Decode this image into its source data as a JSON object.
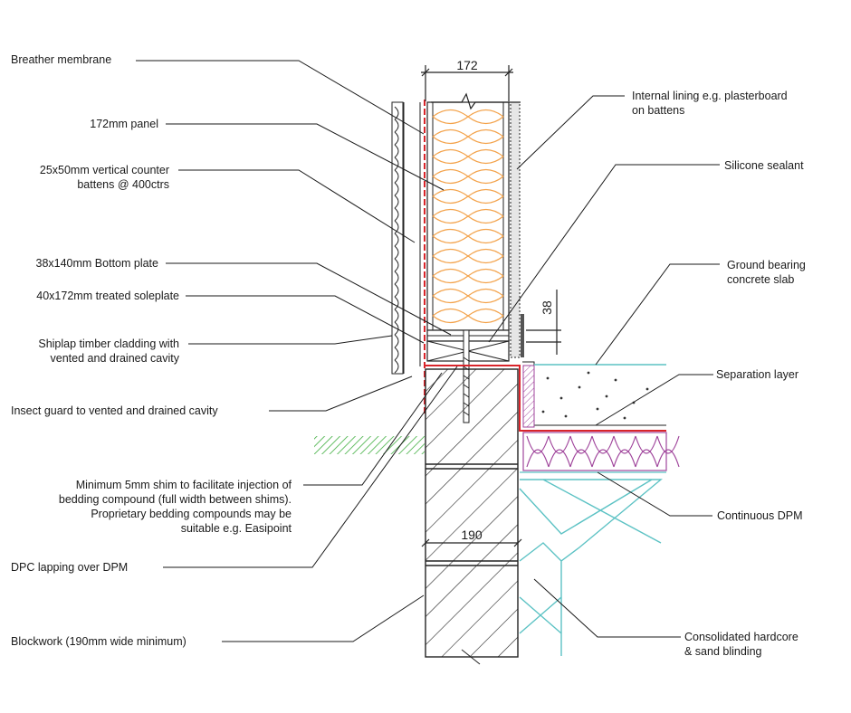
{
  "dimensions": {
    "panel_width": "172",
    "block_width": "190",
    "plate_height": "38"
  },
  "labels_left": [
    {
      "id": "breather-membrane",
      "lines": [
        "Breather membrane"
      ]
    },
    {
      "id": "panel-172",
      "lines": [
        "172mm panel"
      ]
    },
    {
      "id": "counter-battens",
      "lines": [
        "25x50mm vertical counter",
        "battens @ 400ctrs"
      ]
    },
    {
      "id": "bottom-plate",
      "lines": [
        "38x140mm Bottom plate"
      ]
    },
    {
      "id": "soleplate",
      "lines": [
        "40x172mm treated soleplate"
      ]
    },
    {
      "id": "shiplap-cladding",
      "lines": [
        "Shiplap timber cladding with",
        "vented and drained cavity"
      ]
    },
    {
      "id": "insect-guard",
      "lines": [
        "Insect guard to vented and drained cavity"
      ]
    },
    {
      "id": "shim",
      "lines": [
        "Minimum 5mm shim to facilitate injection of",
        "bedding compound (full width between shims).",
        "Proprietary bedding compounds may be",
        "suitable e.g. Easipoint"
      ]
    },
    {
      "id": "dpc",
      "lines": [
        "DPC lapping over DPM"
      ]
    },
    {
      "id": "blockwork",
      "lines": [
        "Blockwork (190mm wide minimum)"
      ]
    }
  ],
  "labels_right": [
    {
      "id": "internal-lining",
      "lines": [
        "Internal lining e.g. plasterboard",
        "on battens"
      ]
    },
    {
      "id": "silicone",
      "lines": [
        "Silicone sealant"
      ]
    },
    {
      "id": "slab",
      "lines": [
        "Ground bearing",
        "concrete slab"
      ]
    },
    {
      "id": "separation",
      "lines": [
        "Separation layer"
      ]
    },
    {
      "id": "dpm",
      "lines": [
        "Continuous DPM"
      ]
    },
    {
      "id": "hardcore",
      "lines": [
        "Consolidated hardcore",
        "& sand blinding"
      ]
    }
  ],
  "colors": {
    "insulation": "#f3a24a",
    "membrane": "#d9242a",
    "rigid_insulation": "#a0469c",
    "hardcore": "#5cc2c4",
    "ground": "#3fae3f",
    "line": "#1a1a1a"
  }
}
